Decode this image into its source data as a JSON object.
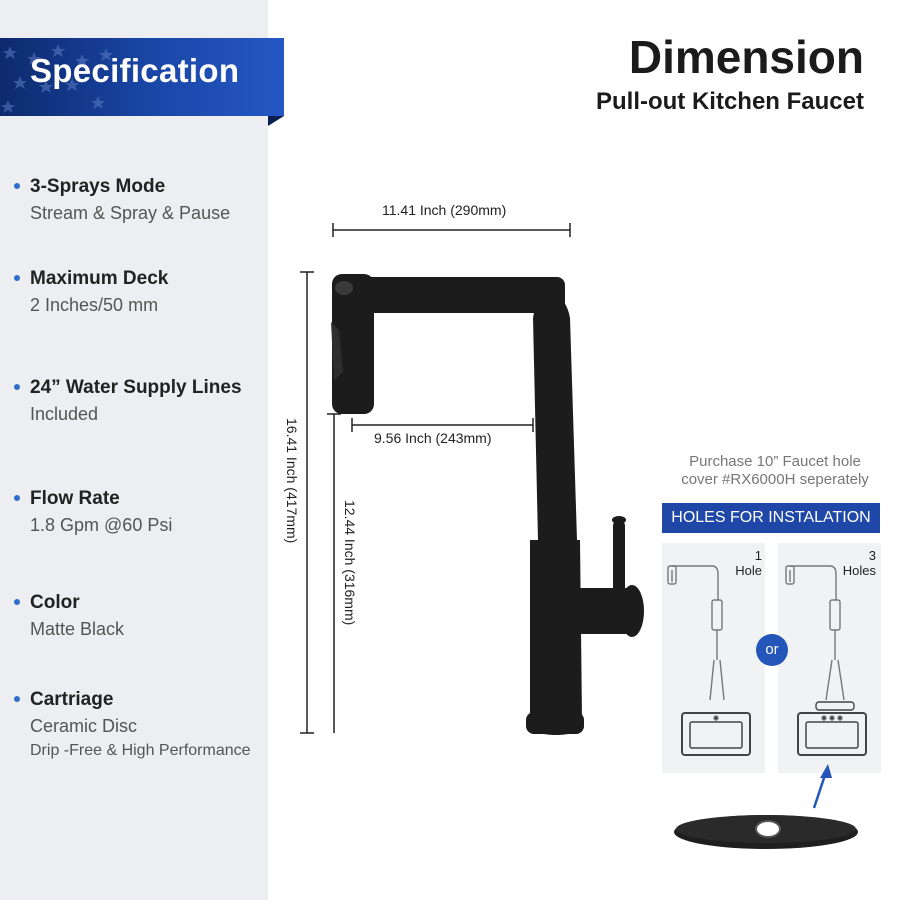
{
  "spec": {
    "title": "Specification",
    "items": [
      {
        "head": "3-Sprays Mode",
        "value": "Stream & Spray & Pause"
      },
      {
        "head": "Maximum Deck",
        "value": "2 Inches/50 mm"
      },
      {
        "head": "24” Water Supply Lines",
        "value": "Included"
      },
      {
        "head": "Flow Rate",
        "value": "1.8 Gpm @60 Psi"
      },
      {
        "head": "Color",
        "value": "Matte Black"
      },
      {
        "head": "Cartriage",
        "value": "Ceramic Disc",
        "value2": "Drip -Free & High Performance"
      }
    ]
  },
  "dimension": {
    "title": "Dimension",
    "subtitle": "Pull-out Kitchen Faucet",
    "width_label": "11.41 Inch (290mm)",
    "spout_label": "9.56 Inch (243mm)",
    "height_label": "16.41 Inch (417mm)",
    "spout_height_label": "12.44 Inch (316mm)"
  },
  "install": {
    "purchase_line1": "Purchase 10” Faucet hole",
    "purchase_line2": "cover #RX6000H seperately",
    "banner": "HOLES FOR INSTALATION",
    "one_hole_num": "1",
    "one_hole_text": "Hole",
    "three_holes_num": "3",
    "three_holes_text": "Holes",
    "or": "or"
  },
  "colors": {
    "accent": "#1e47a8",
    "bullet": "#2f6fc9",
    "sidebar": "#eceef1",
    "faucet": "#1c1c1c"
  }
}
